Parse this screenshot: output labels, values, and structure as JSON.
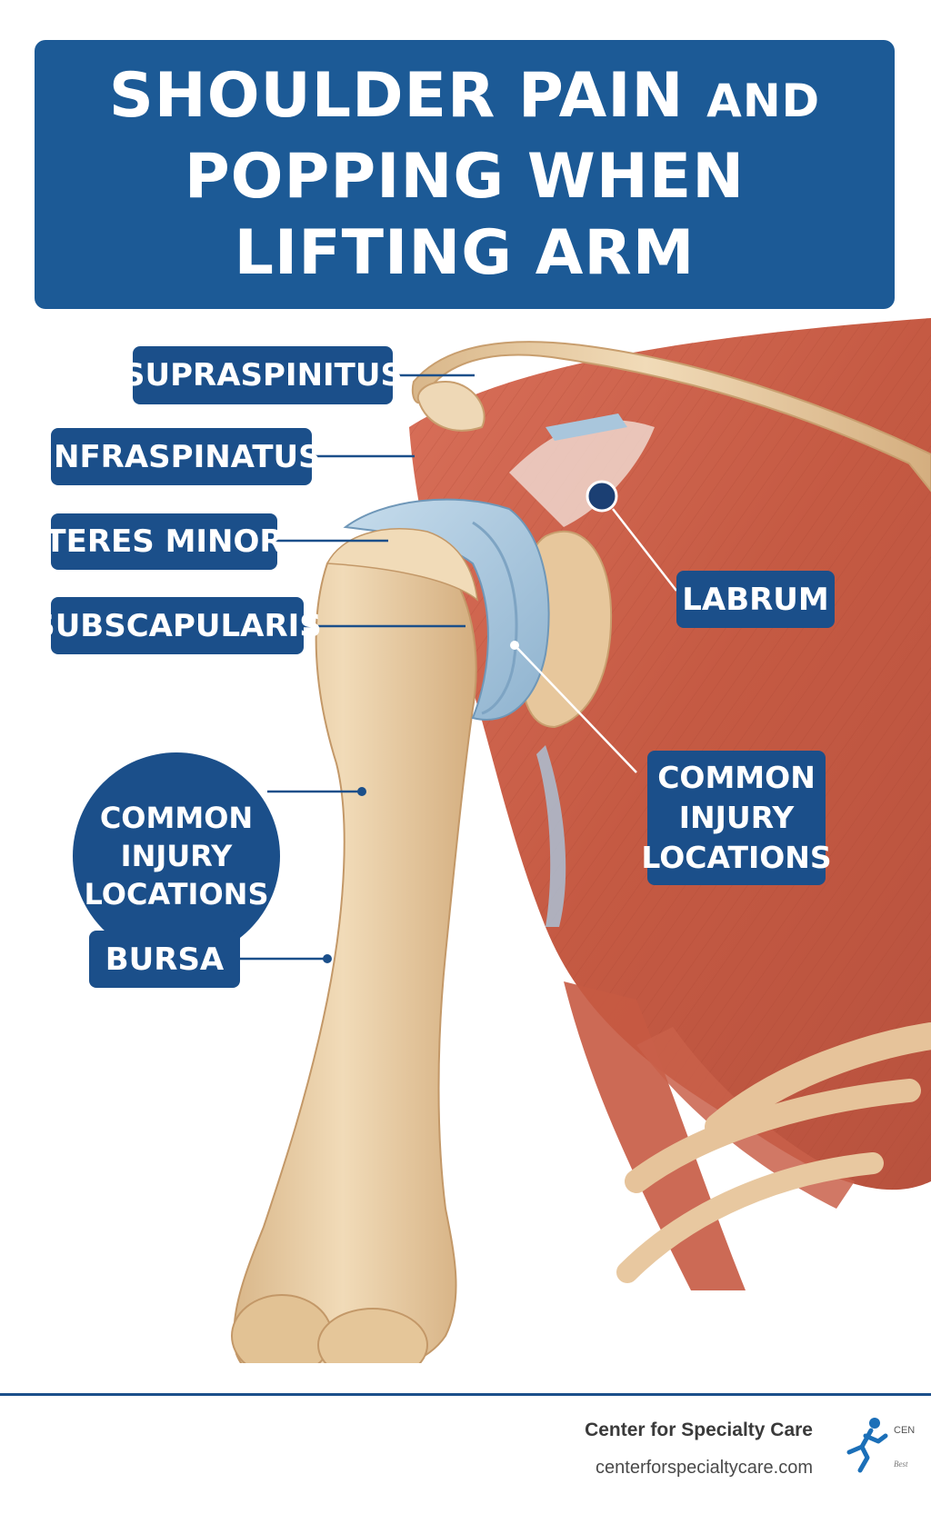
{
  "title": {
    "line1_main": "SHOULDER PAIN",
    "line1_small": "AND",
    "line2": "POPPING WHEN",
    "line3": "LIFTING ARM"
  },
  "labels": {
    "supraspinitus": "SUPRASPINITUS",
    "infraspinatus": "INFRASPINATUS",
    "teres_minor": "TERES MINOR",
    "subscapularis": "SUBSCAPULARIS",
    "labrum": "LABRUM",
    "common_injury_left": [
      "COMMON",
      "INJURY",
      "LOCATIONS"
    ],
    "common_injury_right": [
      "COMMON",
      "INJURY",
      "LOCATIONS"
    ],
    "bursa": "BURSA"
  },
  "footer": {
    "organization": "Center for Specialty Care",
    "url": "centerforspecialtycare.com",
    "logo_text": "CEN",
    "logo_sub": "Best"
  },
  "colors": {
    "banner": "#1c5a96",
    "label": "#1b4f8a",
    "muscle": "#c85a44",
    "bone": "#e8c9a0",
    "cartilage": "#a9c6dc"
  },
  "icons": {
    "logo": "running-figure-icon"
  }
}
